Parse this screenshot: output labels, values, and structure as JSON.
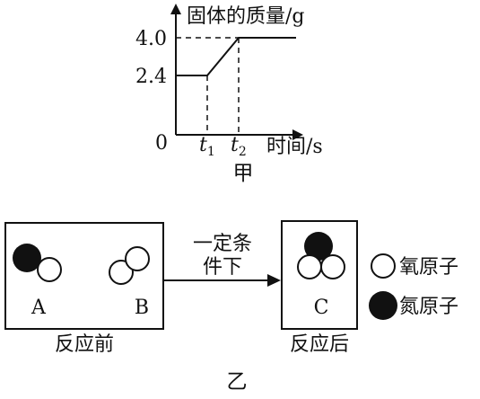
{
  "chart_data": {
    "type": "line",
    "ylabel": "固体的质量/g",
    "xlabel": "时间/s",
    "origin_label": "0",
    "x_ticks": [
      {
        "main": "t",
        "sub": "1"
      },
      {
        "main": "t",
        "sub": "2"
      }
    ],
    "y_ticks": [
      "2.4",
      "4.0"
    ],
    "series": [
      {
        "x": [
          "0",
          "t1",
          "t2",
          "end"
        ],
        "y": [
          2.4,
          2.4,
          4.0,
          4.0
        ]
      }
    ]
  },
  "labels": {
    "chart_caption": "甲",
    "figure_caption": "乙",
    "arrow_line1": "一定条",
    "arrow_line2": "件下",
    "molecule_a": "A",
    "molecule_b": "B",
    "molecule_c": "C",
    "before": "反应前",
    "after": "反应后"
  },
  "legend": [
    {
      "kind": "open",
      "label": "氧原子"
    },
    {
      "kind": "filled",
      "label": "氮原子"
    }
  ]
}
